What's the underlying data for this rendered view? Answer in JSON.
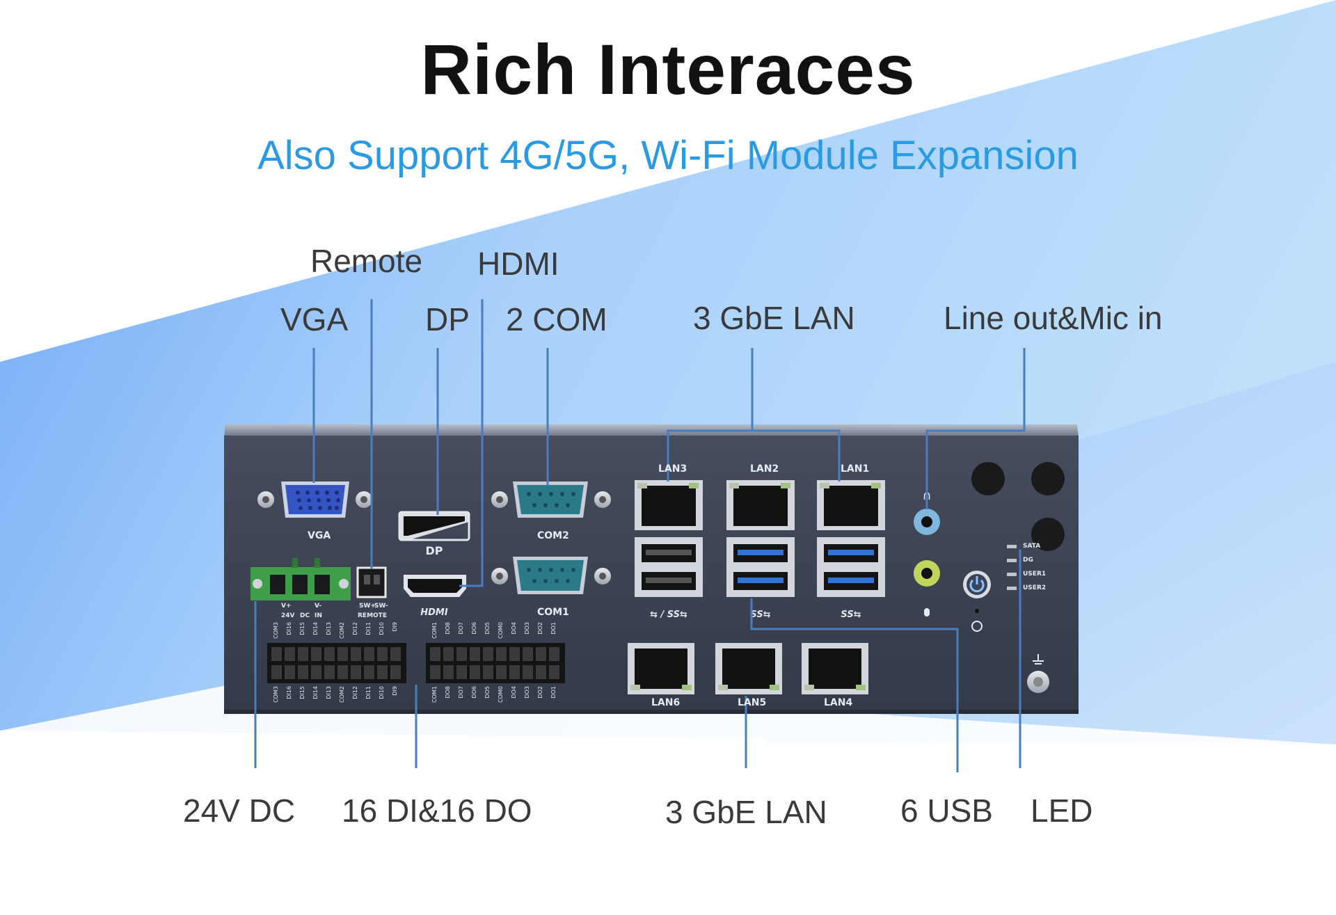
{
  "heading": {
    "title": "Rich Interaces",
    "subtitle": "Also Support 4G/5G, Wi-Fi Module Expansion"
  },
  "callouts_top": {
    "remote": "Remote",
    "hdmi": "HDMI",
    "vga": "VGA",
    "dp": "DP",
    "com": "2 COM",
    "lan_top": "3 GbE LAN",
    "audio": "Line out&Mic in"
  },
  "callouts_bottom": {
    "dc": "24V DC",
    "dio": "16 DI&16 DO",
    "lan_bottom": "3 GbE LAN",
    "usb": "6 USB",
    "led": "LED"
  },
  "panel": {
    "vga": "VGA",
    "com2": "COM2",
    "com1": "COM1",
    "lan1": "LAN1",
    "lan2": "LAN2",
    "lan3": "LAN3",
    "lan4": "LAN4",
    "lan5": "LAN5",
    "lan6": "LAN6",
    "dc_labels": {
      "vplus": "V+",
      "dc": "DC",
      "vminus": "V-",
      "v24": "24V",
      "in": "IN"
    },
    "remote_labels": {
      "swplus": "SW+",
      "swminus": "SW-",
      "remote": "REMOTE"
    },
    "led_labels": [
      "SATA",
      "DG",
      "USER1",
      "USER2"
    ],
    "di_top": [
      "COM3",
      "DI16",
      "DI15",
      "DI14",
      "DI13",
      "COM2",
      "DI12",
      "DI11",
      "DI10",
      "DI9"
    ],
    "di_bottom": [
      "COM3",
      "DI16",
      "DI15",
      "DI14",
      "DI13",
      "COM2",
      "DI12",
      "DI11",
      "DI10",
      "DI9"
    ],
    "do_top": [
      "COM1",
      "DO8",
      "DO7",
      "DO6",
      "DO5",
      "COM0",
      "DO4",
      "DO3",
      "DO2",
      "DO1"
    ],
    "do_bottom": [
      "COM1",
      "DO8",
      "DO7",
      "DO6",
      "DO5",
      "COM0",
      "DO4",
      "DO3",
      "DO2",
      "DO1"
    ]
  },
  "colors": {
    "title": "#111111",
    "subtitle": "#2a9be3",
    "panel": "#3d4556",
    "vga_port": "#3555c4",
    "com_port": "#2b7a8a",
    "usb3_blue": "#2f73d9",
    "terminal_green": "#3f9e49",
    "leader_line": "#4a7dc0"
  }
}
